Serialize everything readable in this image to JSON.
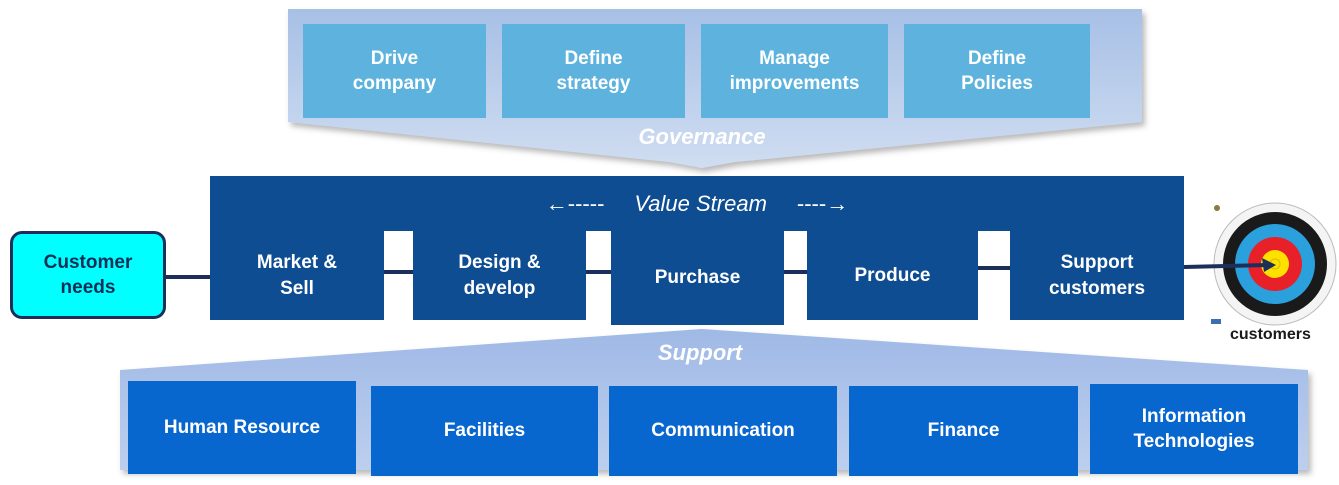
{
  "governance": {
    "label": "Governance",
    "items": [
      "Drive\ncompany",
      "Define\nstrategy",
      "Manage\nimprovements",
      "Define\nPolicies"
    ]
  },
  "value_stream": {
    "label": "Value Stream",
    "left_arrow": "←-----",
    "right_arrow": "----→",
    "steps": [
      "Market &\nSell",
      "Design &\ndevelop",
      "Purchase",
      "Produce",
      "Support\ncustomers"
    ]
  },
  "customer_needs": {
    "label": "Customer\nneeds"
  },
  "target": {
    "label": "customers"
  },
  "support": {
    "label": "Support",
    "items": [
      "Human Resource",
      "Facilities",
      "Communication",
      "Finance",
      "Information\nTechnologies"
    ]
  },
  "colors": {
    "governance_box": "#5eb3de",
    "value_stream": "#0e4d92",
    "support_box": "#0866cf",
    "customer_needs": "#00ffff"
  }
}
